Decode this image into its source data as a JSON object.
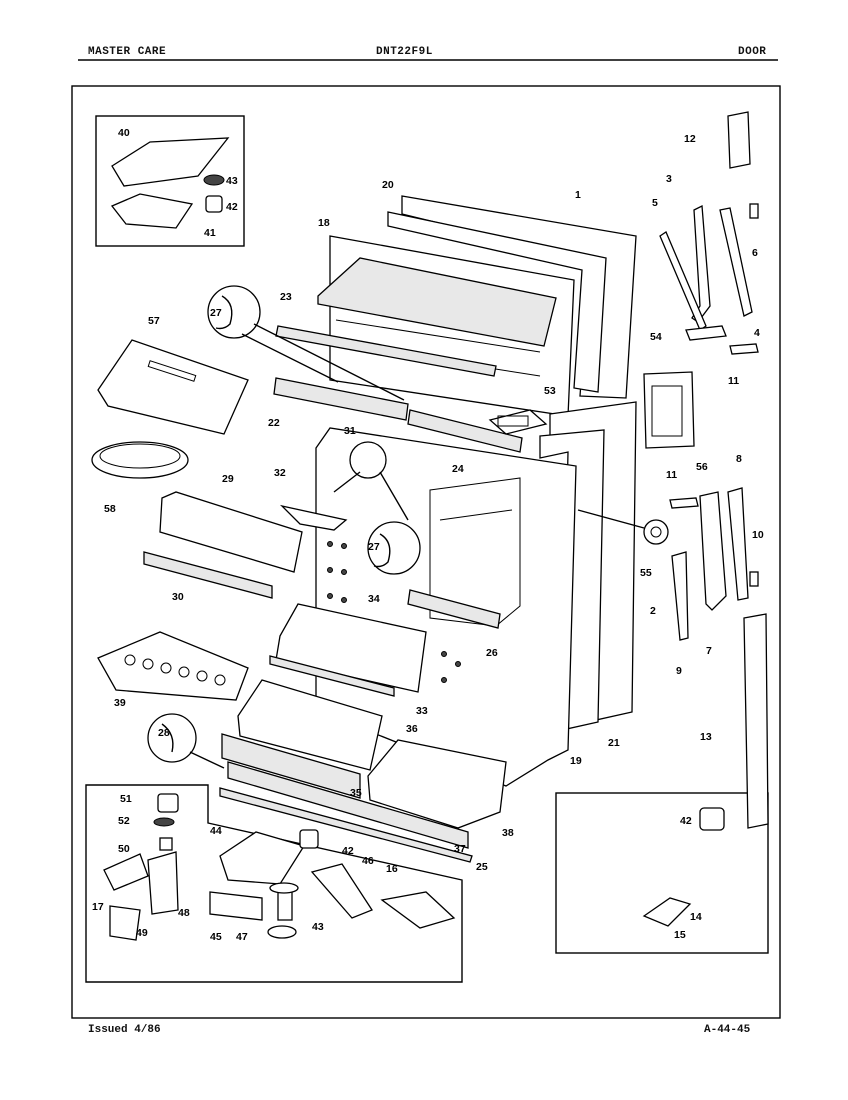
{
  "header": {
    "brand": "MASTER CARE",
    "model": "DNT22F9L",
    "section": "DOOR"
  },
  "footer": {
    "issued": "Issued 4/86",
    "page_code": "A-44-45"
  },
  "callouts": {
    "c1": "1",
    "c2": "2",
    "c3": "3",
    "c4": "4",
    "c5": "5",
    "c6": "6",
    "c7": "7",
    "c8": "8",
    "c9": "9",
    "c10": "10",
    "c11a": "11",
    "c11b": "11",
    "c12": "12",
    "c13": "13",
    "c14": "14",
    "c15": "15",
    "c16": "16",
    "c17": "17",
    "c18": "18",
    "c19": "19",
    "c20": "20",
    "c21": "21",
    "c22": "22",
    "c23": "23",
    "c24": "24",
    "c25": "25",
    "c26": "26",
    "c27a": "27",
    "c27b": "27",
    "c28": "28",
    "c29": "29",
    "c30": "30",
    "c31": "31",
    "c32": "32",
    "c33": "33",
    "c34": "34",
    "c35": "35",
    "c36": "36",
    "c37": "37",
    "c38": "38",
    "c39": "39",
    "c40": "40",
    "c41": "41",
    "c42a": "42",
    "c42b": "42",
    "c42c": "42",
    "c43a": "43",
    "c43b": "43",
    "c44": "44",
    "c45": "45",
    "c46": "46",
    "c47": "47",
    "c48": "48",
    "c49": "49",
    "c50": "50",
    "c51": "51",
    "c52": "52",
    "c53": "53",
    "c54": "54",
    "c55": "55",
    "c56": "56",
    "c57": "57",
    "c58": "58"
  }
}
